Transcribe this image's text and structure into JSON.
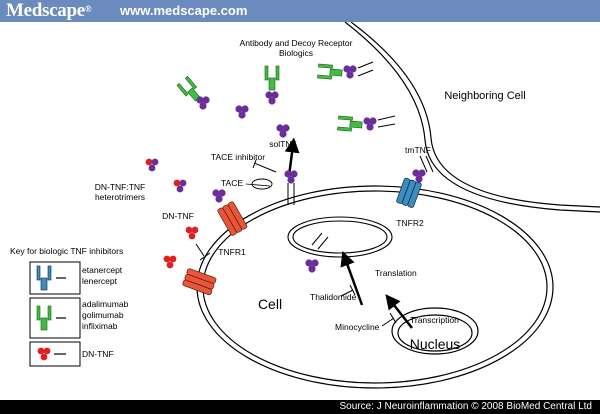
{
  "header": {
    "brand": "Medscape",
    "brand_mark": "®",
    "url": "www.medscape.com"
  },
  "footer": {
    "source": "Source: J Neuroinflammation © 2008 BioMed Central Ltd"
  },
  "diagram": {
    "biologics_title_1": "Antibody and Decoy Receptor",
    "biologics_title_2": "Biologics",
    "neighboring_cell": "Neighboring Cell",
    "soltnf": "solTNF",
    "tmtnf": "tmTNF",
    "tace_inhibitor": "TACE inhibitor",
    "tace": "TACE",
    "heterotrimers_1": "DN-TNF:TNF",
    "heterotrimers_2": "heterotrimers",
    "dn_tnf": "DN-TNF",
    "tnfr1": "TNFR1",
    "tnfr2": "TNFR2",
    "cell": "Cell",
    "translation": "Translation",
    "thalidomide": "Thalidomide",
    "transcription": "Transcription",
    "minocycline": "Minocycline",
    "nucleus": "Nucleus"
  },
  "key": {
    "title": "Key for biologic TNF inhibitors",
    "row1": [
      "etanercept",
      "lenercept"
    ],
    "row2": [
      "adalimumab",
      "golimumab",
      "infliximab"
    ],
    "row3": "DN-TNF"
  },
  "colors": {
    "header_bg": "#6b8bbf",
    "tnf_purple": "#6a2e9a",
    "antibody_green": "#3fbf3f",
    "tnfr2_blue": "#3a8fc0",
    "tnfr1_red": "#e8563a",
    "dntnf_red": "#e02020"
  }
}
